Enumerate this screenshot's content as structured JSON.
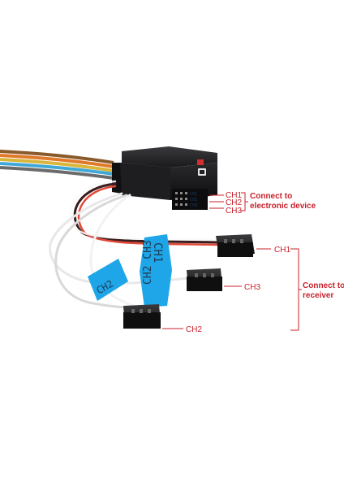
{
  "labels": {
    "device_ch1": "CH1",
    "device_ch2": "CH2",
    "device_ch3": "CH3",
    "connect_device_line1": "Connect to",
    "connect_device_line2": "electronic device",
    "receiver_ch1": "CH1",
    "receiver_ch3": "CH3",
    "receiver_ch2": "CH2",
    "connect_receiver_line1": "Connect to",
    "connect_receiver_line2": "receiver"
  },
  "wire_tags": {
    "tag_a": "CH1",
    "tag_b": "CH2 CH3",
    "tag_c": "CH2"
  },
  "module_ports": {
    "row1": "CH1",
    "row2": "CH2",
    "row3": "CH3"
  },
  "colors": {
    "annotation": "#c8202a",
    "tag_blue": "#1ea6e8",
    "housing": "#1c1c1e"
  }
}
